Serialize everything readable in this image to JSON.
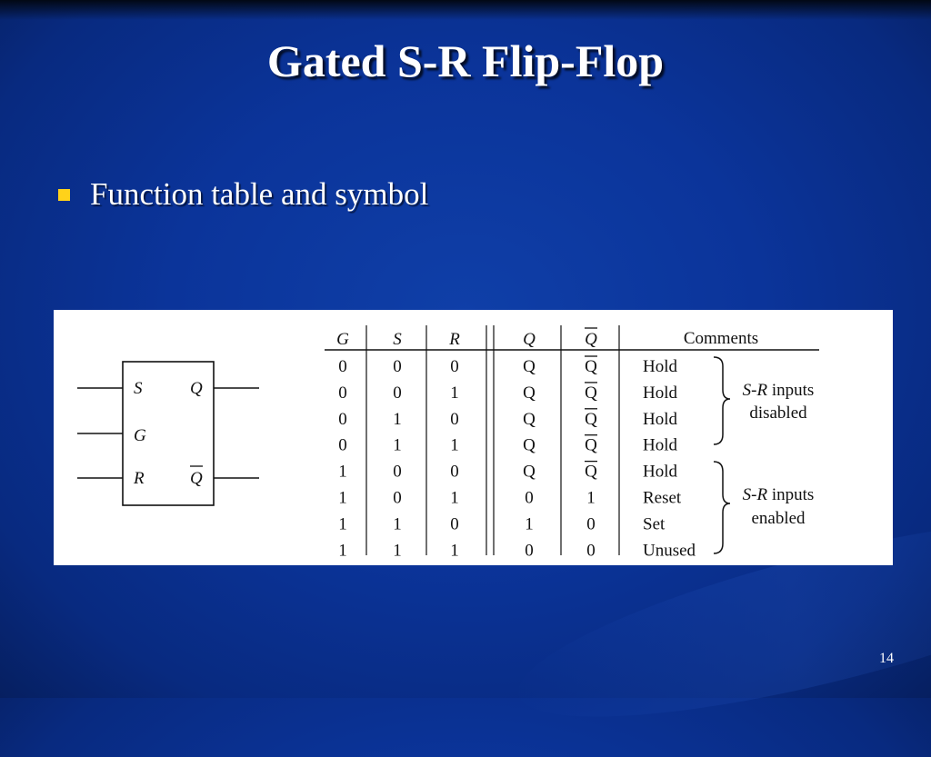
{
  "slide": {
    "title": "Gated S-R Flip-Flop",
    "bullet": "Function table and symbol",
    "page_number": "14",
    "accent_color": "#ffd21a",
    "background_color": "#0b349a"
  },
  "symbol": {
    "inputs": [
      "S",
      "G",
      "R"
    ],
    "outputs": [
      "Q",
      "Q"
    ],
    "output_overbar": [
      false,
      true
    ]
  },
  "table": {
    "headers": [
      "G",
      "S",
      "R",
      "Q",
      "Q",
      "Comments"
    ],
    "rows": [
      [
        "0",
        "0",
        "0",
        "Q",
        "Q",
        "Hold"
      ],
      [
        "0",
        "0",
        "1",
        "Q",
        "Q",
        "Hold"
      ],
      [
        "0",
        "1",
        "0",
        "Q",
        "Q",
        "Hold"
      ],
      [
        "0",
        "1",
        "1",
        "Q",
        "Q",
        "Hold"
      ],
      [
        "1",
        "0",
        "0",
        "Q",
        "Q",
        "Hold"
      ],
      [
        "1",
        "0",
        "1",
        "0",
        "1",
        "Reset"
      ],
      [
        "1",
        "1",
        "0",
        "1",
        "0",
        "Set"
      ],
      [
        "1",
        "1",
        "1",
        "0",
        "0",
        "Unused"
      ]
    ],
    "qbar_overline_rows": [
      0,
      1,
      2,
      3,
      4
    ],
    "groups": [
      {
        "prefix": "S-R",
        "line1_rest": " inputs",
        "line2": "disabled"
      },
      {
        "prefix": "S-R",
        "line1_rest": " inputs",
        "line2": "enabled"
      }
    ]
  }
}
